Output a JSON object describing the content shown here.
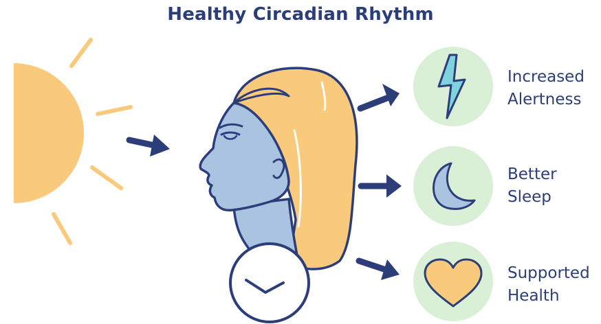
{
  "title": "Healthy Circadian Rhythm",
  "outcomes": [
    {
      "line1": "Increased",
      "line2": "Alertness",
      "icon": "lightning-bolt-icon"
    },
    {
      "line1": "Better",
      "line2": "Sleep",
      "icon": "crescent-moon-icon"
    },
    {
      "line1": "Supported",
      "line2": "Health",
      "icon": "heart-icon"
    }
  ],
  "colors": {
    "title": "#2c3e7a",
    "sun": "#f9c97c",
    "hair": "#f9c97c",
    "skin": "#a9c3e0",
    "outline": "#2c3e7a",
    "circle_bg": "#d9efd6",
    "bolt": "#7fd3dd",
    "moon": "#a9c3e0",
    "heart": "#f9c97c"
  }
}
